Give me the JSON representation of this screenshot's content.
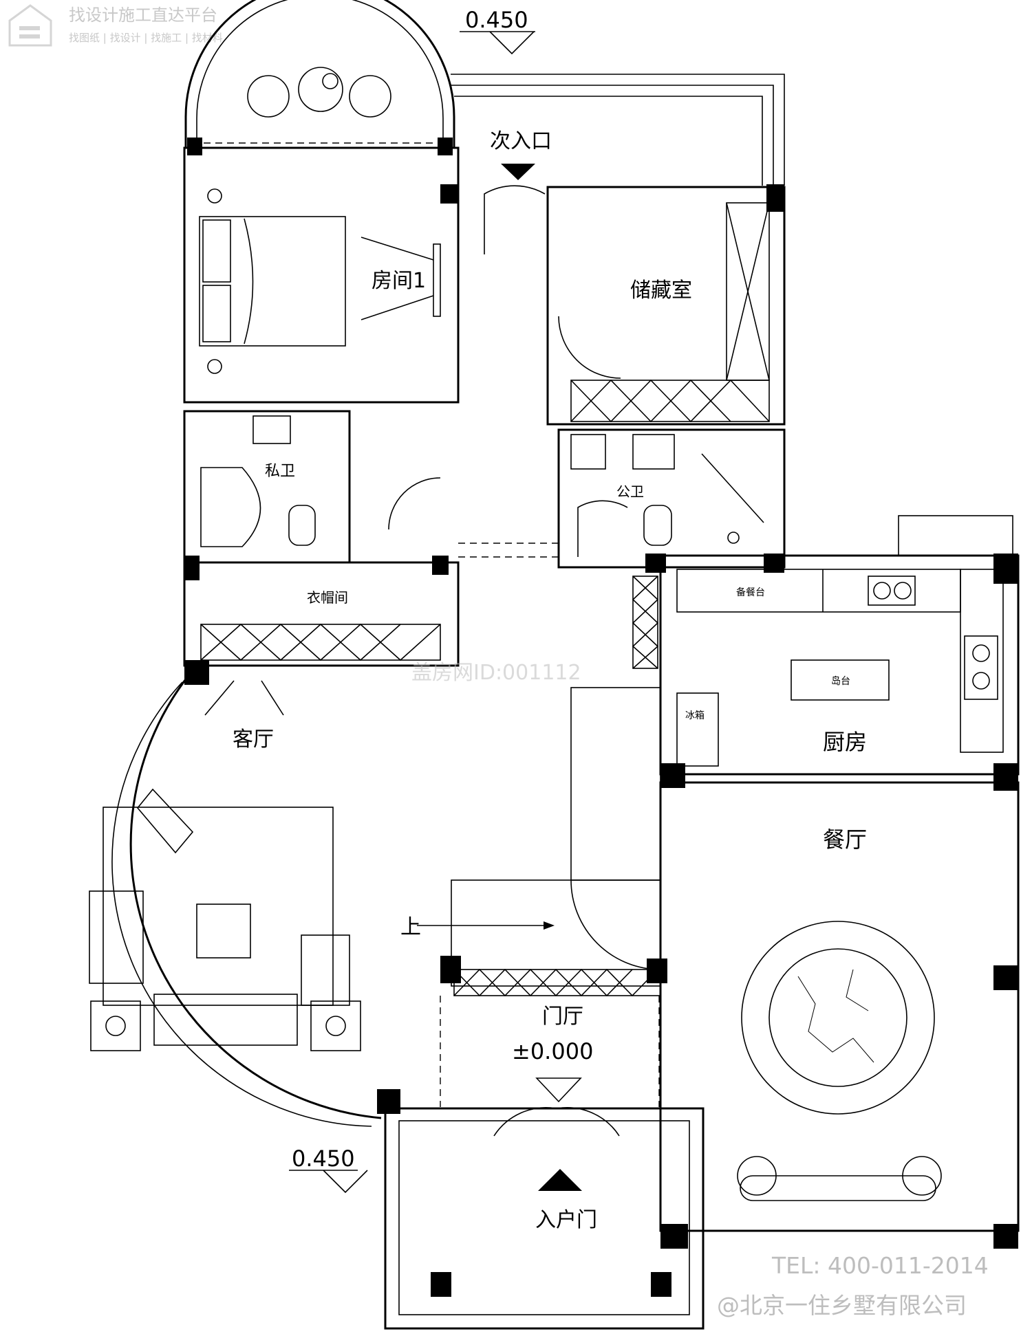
{
  "watermark": {
    "platform_title": "找设计施工直达平台",
    "platform_subtitle": "找图纸 | 找设计 | 找施工 | 找材料",
    "center_id": "盖房网ID:001112",
    "tel": "TEL: 400-011-2014",
    "company": "@北京一住乡墅有限公司"
  },
  "levels": {
    "top_elevation": "0.450",
    "bottom_elevation": "0.450",
    "hall_elevation": "±0.000"
  },
  "rooms": {
    "secondary_entrance": "次入口",
    "room1": "房间1",
    "storage": "储藏室",
    "private_bath": "私卫",
    "public_bath": "公卫",
    "cloakroom": "衣帽间",
    "living_room": "客厅",
    "kitchen": "厨房",
    "prep_counter": "备餐台",
    "island": "岛台",
    "fridge": "冰箱",
    "dining": "餐厅",
    "foyer": "门厅",
    "entrance_door": "入户门",
    "stair_up": "上"
  },
  "icons": {
    "logo": "house-logo-icon",
    "entry_arrow": "triangle-up-icon",
    "secondary_arrow": "triangle-down-icon"
  }
}
